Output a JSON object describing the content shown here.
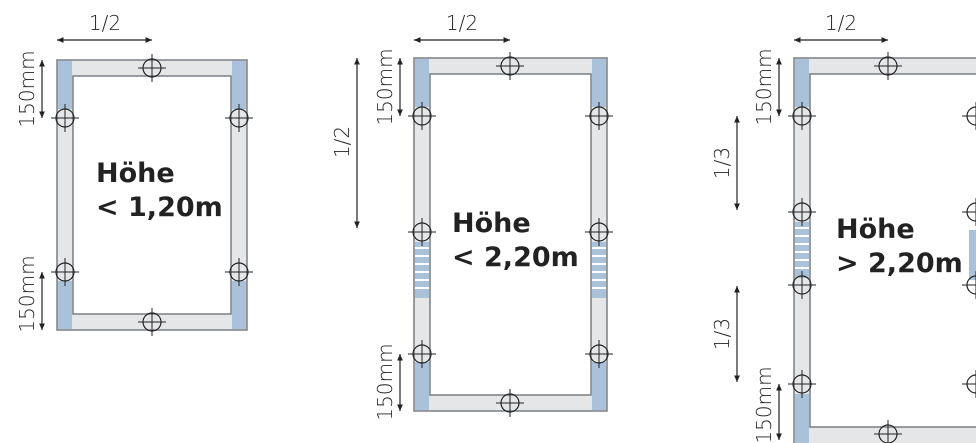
{
  "colors": {
    "frame_fill": "#e4e6e8",
    "frame_stroke": "#7a7e83",
    "corner_fill": "#a9c2d9",
    "hatch_stripe": "#ffffff",
    "text": "#222222",
    "line": "#222222"
  },
  "icons": {
    "anchor": "crosshair-circle-icon",
    "arrow": "double-arrow"
  },
  "diagrams": [
    {
      "height_line1": "Höhe",
      "height_line2": "< 1,20m",
      "width_label": "1/2",
      "edge_labels": [
        "150mm",
        "150mm"
      ]
    },
    {
      "height_line1": "Höhe",
      "height_line2": "< 2,20m",
      "width_label": "1/2",
      "edge_labels": [
        "150mm",
        "1/2",
        "150mm"
      ]
    },
    {
      "height_line1": "Höhe",
      "height_line2": "> 2,20m",
      "width_label": "1/2",
      "edge_labels": [
        "150mm",
        "1/3",
        "1/3",
        "150mm"
      ]
    }
  ]
}
